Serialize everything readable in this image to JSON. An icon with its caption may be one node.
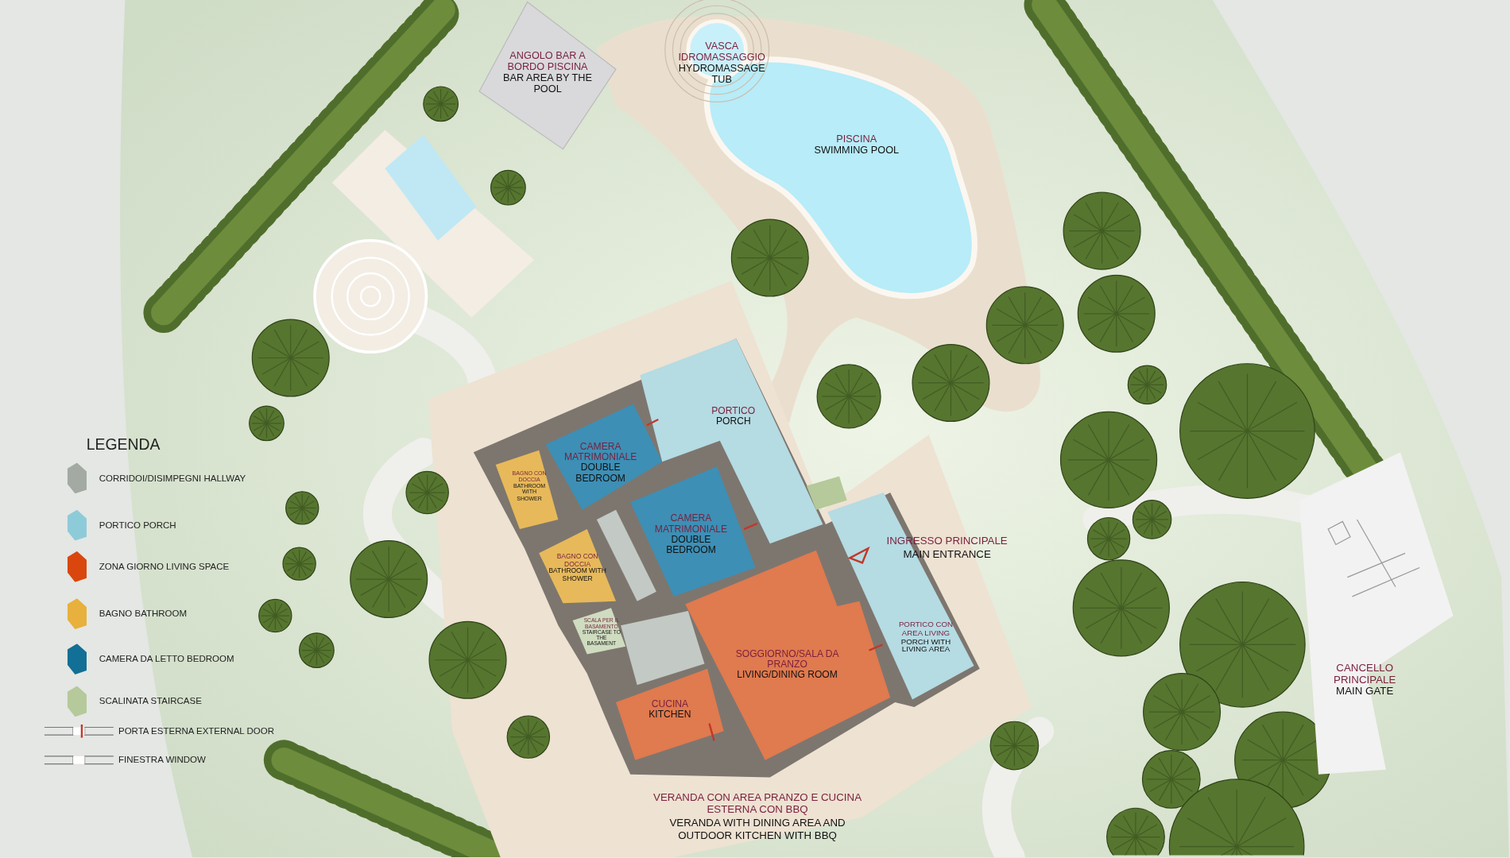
{
  "diagram": {
    "nodes": [
      {
        "text": [
          "ANGOLO BAR A BORDO PISCINA",
          "BAR AREA BY THE POOL"
        ]
      },
      {
        "text": [
          "VASCA IDROMASSAGGIO",
          "HYDROMASSAGE TUB"
        ]
      },
      {
        "text": [
          "PISCINA",
          "SWIMMING POOL"
        ]
      },
      {
        "text": [
          "PORTICO",
          "PORCH"
        ]
      },
      {
        "text": [
          "CAMERA MATRIMONIALE",
          "DOUBLE BEDROOM"
        ]
      },
      {
        "text": [
          "BAGNO CON DOCCIA",
          "BATHROOM WITH SHOWER"
        ]
      },
      {
        "text": [
          "CAMERA MATRIMONIALE",
          "DOUBLE BEDROOM"
        ]
      },
      {
        "text": [
          "BAGNO CON DOCCIA",
          "BATHROOM WITH SHOWER"
        ]
      },
      {
        "text": [
          "SCALA PER IL BASAMENTO",
          "STAIRCASE TO THE BASAMENT"
        ]
      },
      {
        "text": [
          "SOGGIORNO/SALA DA PRANZO",
          "LIVING/DINING ROOM"
        ]
      },
      {
        "text": [
          "PORTICO CON AREA LIVING",
          "PORCH WITH LIVING AREA"
        ]
      },
      {
        "text": [
          "CUCINA",
          "KITCHEN"
        ]
      },
      {
        "text": [
          "CANCELLO PRINCIPALE",
          "MAIN GATE"
        ]
      },
      {
        "text": [],
        "shape": "box"
      },
      {
        "text": [],
        "shape": "box"
      },
      {
        "text": [],
        "shape": "box"
      }
    ],
    "labels": [
      "LEGENDA",
      "INGRESSO PRINCIPALE",
      "MAIN ENTRANCE",
      "VERANDA CON AREA PRANZO E CUCINA ESTERNA CON BBQ",
      "VERANDA WITH DINING AREA AND OUTDOOR KITCHEN WITH BBQ"
    ],
    "legend": [
      {
        "text": "CORRIDOI/DISIMPEGNI HALLWAY",
        "color": "#a3aaa3"
      },
      {
        "text": "PORTICO PORCH",
        "color": "#8ecbd8"
      },
      {
        "text": "ZONA GIORNO LIVING SPACE",
        "color": "#d9470f"
      },
      {
        "text": "BAGNO BATHROOM",
        "color": "#e8b03c"
      },
      {
        "text": "CAMERA DA LETTO BEDROOM",
        "color": "#126f95"
      },
      {
        "text": "SCALINATA STAIRCASE",
        "color": "#b5c99a"
      },
      {
        "text": "PORTA ESTERNA EXTERNAL DOOR"
      },
      {
        "text": "FINESTRA WINDOW"
      }
    ]
  }
}
